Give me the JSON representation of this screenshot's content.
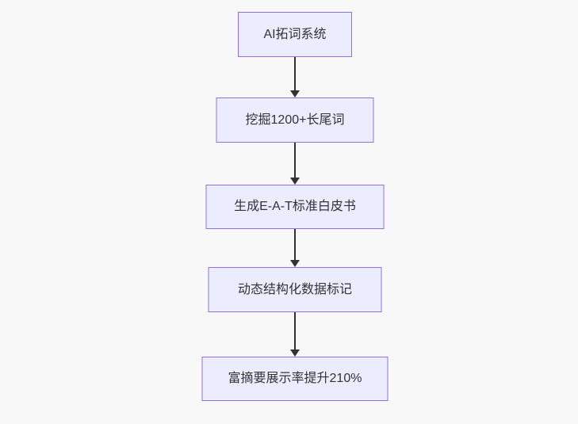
{
  "diagram": {
    "type": "flowchart",
    "direction": "top-down",
    "nodes": [
      {
        "id": "n1",
        "label": "AI拓词系统"
      },
      {
        "id": "n2",
        "label": "挖掘1200+长尾词"
      },
      {
        "id": "n3",
        "label": "生成E-A-T标准白皮书"
      },
      {
        "id": "n4",
        "label": "动态结构化数据标记"
      },
      {
        "id": "n5",
        "label": "富摘要展示率提升210%"
      }
    ],
    "edges": [
      {
        "from": "n1",
        "to": "n2",
        "style": "arrow"
      },
      {
        "from": "n2",
        "to": "n3",
        "style": "arrow"
      },
      {
        "from": "n3",
        "to": "n4",
        "style": "arrow"
      },
      {
        "from": "n4",
        "to": "n5",
        "style": "arrow"
      }
    ],
    "colors": {
      "background": "#f8f8f8",
      "node_fill": "#ECECFF",
      "node_border": "#9370DB",
      "arrow": "#333333",
      "text": "#333333"
    }
  }
}
